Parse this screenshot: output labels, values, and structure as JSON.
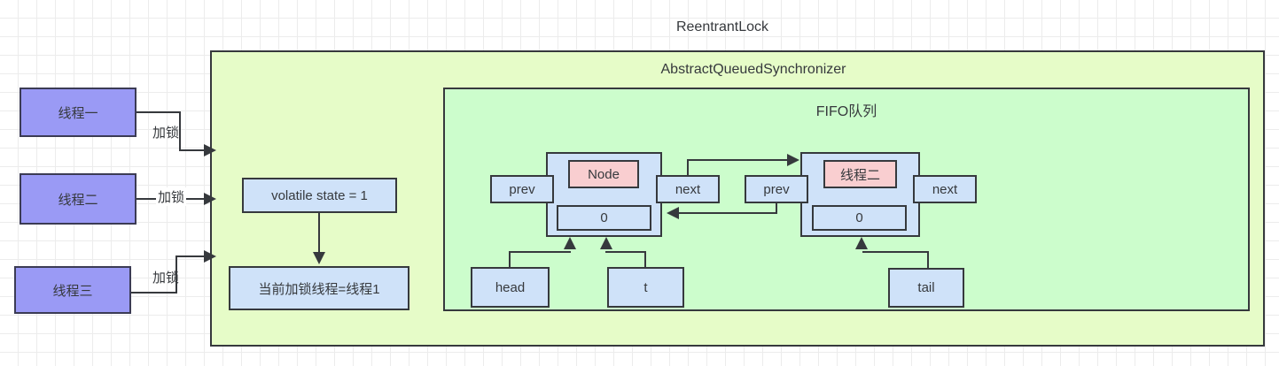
{
  "diagram": {
    "title": "ReentrantLock",
    "containers": {
      "reentrant_lock": {
        "label": "ReentrantLock"
      },
      "aqs": {
        "label": "AbstractQueuedSynchronizer"
      },
      "fifo": {
        "label": "FIFO队列"
      }
    },
    "threads": [
      {
        "label": "线程一"
      },
      {
        "label": "线程二"
      },
      {
        "label": "线程三"
      }
    ],
    "edge_labels": {
      "lock1": "加锁",
      "lock2": "加锁",
      "lock3": "加锁"
    },
    "state": {
      "volatile_state": "volatile state = 1",
      "current_owner": "当前加锁线程=线程1"
    },
    "queue_nodes": [
      {
        "prev_label": "prev",
        "head_label": "Node",
        "value": "0",
        "next_label": "next"
      },
      {
        "prev_label": "prev",
        "head_label": "线程二",
        "value": "0",
        "next_label": "next"
      }
    ],
    "pointers": {
      "head": "head",
      "t": "t",
      "tail": "tail"
    },
    "colors": {
      "thread_fill": "#9a9af5",
      "blue_fill": "#cfe2f9",
      "pink_fill": "#f9ced0",
      "aqs_fill": "#e6fcc8",
      "fifo_fill": "#ccfdcc",
      "stroke": "#36393d"
    }
  }
}
